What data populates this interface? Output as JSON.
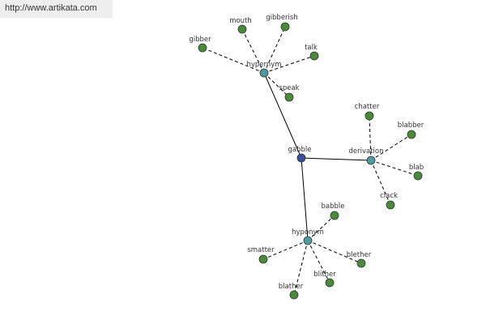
{
  "banner": {
    "url": "http://www.artikata.com"
  },
  "colors": {
    "center": "#3a4f9a",
    "relation": "#4f9aa0",
    "word": "#4a8a3a"
  },
  "graph": {
    "center": {
      "id": "gabble",
      "label": "gabble"
    },
    "relations": [
      {
        "id": "hypernym",
        "label": "hypernym",
        "words": [
          "gibber",
          "mouth",
          "gibberish",
          "talk",
          "speak"
        ]
      },
      {
        "id": "derivation",
        "label": "derivation",
        "words": [
          "chatter",
          "blabber",
          "blab",
          "clack"
        ]
      },
      {
        "id": "hyponym",
        "label": "hyponym",
        "words": [
          "babble",
          "smatter",
          "blether",
          "blather",
          "blither"
        ]
      }
    ]
  }
}
